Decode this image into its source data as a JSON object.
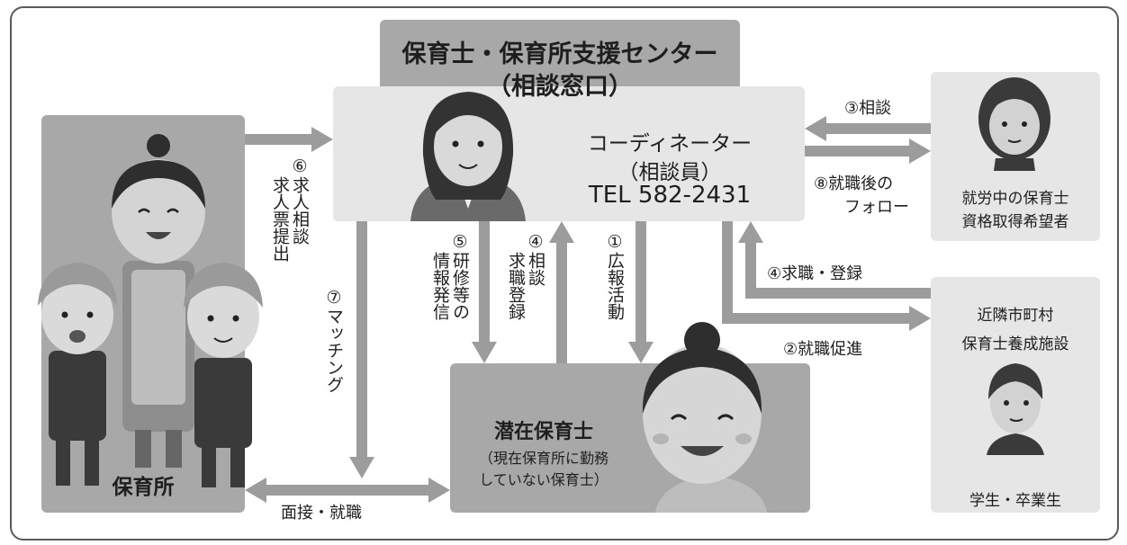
{
  "center": {
    "title_line1": "保育士・保育所支援センター",
    "title_line2": "（相談窓口）",
    "role_line1": "コーディネーター",
    "role_line2": "（相談員）",
    "tel": "TEL 582-2431"
  },
  "nursery": {
    "label": "保育所"
  },
  "potential": {
    "title": "潜在保育士",
    "sub_line1": "（現在保育所に勤務",
    "sub_line2": "していない保育士）"
  },
  "employed": {
    "line1": "就労中の保育士",
    "line2": "資格取得希望者"
  },
  "schools": {
    "line1": "近隣市町村",
    "line2": "保育士養成施設",
    "line3": "学生・卒業生"
  },
  "arrows": {
    "a1": "①広報活動",
    "a2": "②就職促進",
    "a3": "③相談",
    "a4_right": "④求職・登録",
    "a4_mid_col1": "④相談",
    "a4_mid_col2": "求職登録",
    "a5_col1": "⑤研修等の",
    "a5_col2": "情報発信",
    "a6_col1": "⑥求人相談",
    "a6_col2": "求人票提出",
    "a7": "⑦マッチング",
    "a8_line1": "⑧就職後の",
    "a8_line2": "フォロー",
    "interview": "面接・就職"
  },
  "colors": {
    "dark_box": "#a8a8a8",
    "light_box": "#e6e6e6",
    "arrow": "#9c9c9c",
    "border": "#5a5a5a"
  }
}
